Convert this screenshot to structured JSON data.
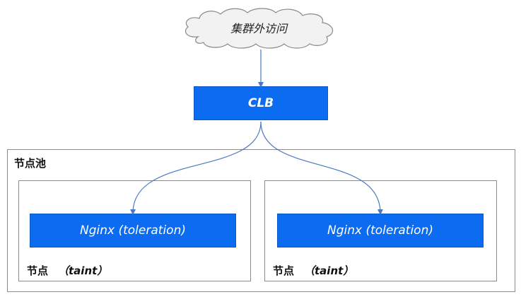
{
  "external_access": {
    "label": "集群外访问"
  },
  "clb": {
    "label": "CLB"
  },
  "node_pool": {
    "label": "节点池"
  },
  "nodes": [
    {
      "label": "节点",
      "taint_label": "（taint）",
      "pod_label": "Nginx (toleration)"
    },
    {
      "label": "节点",
      "taint_label": "（taint）",
      "pod_label": "Nginx (toleration)"
    }
  ],
  "colors": {
    "box_fill": "#0b6cf2",
    "box_text": "#ffffff",
    "connector": "#4a78c2",
    "container_border": "#8a8a8a",
    "cloud_fill": "#f2f2f2",
    "cloud_stroke": "#8a8a8a"
  }
}
